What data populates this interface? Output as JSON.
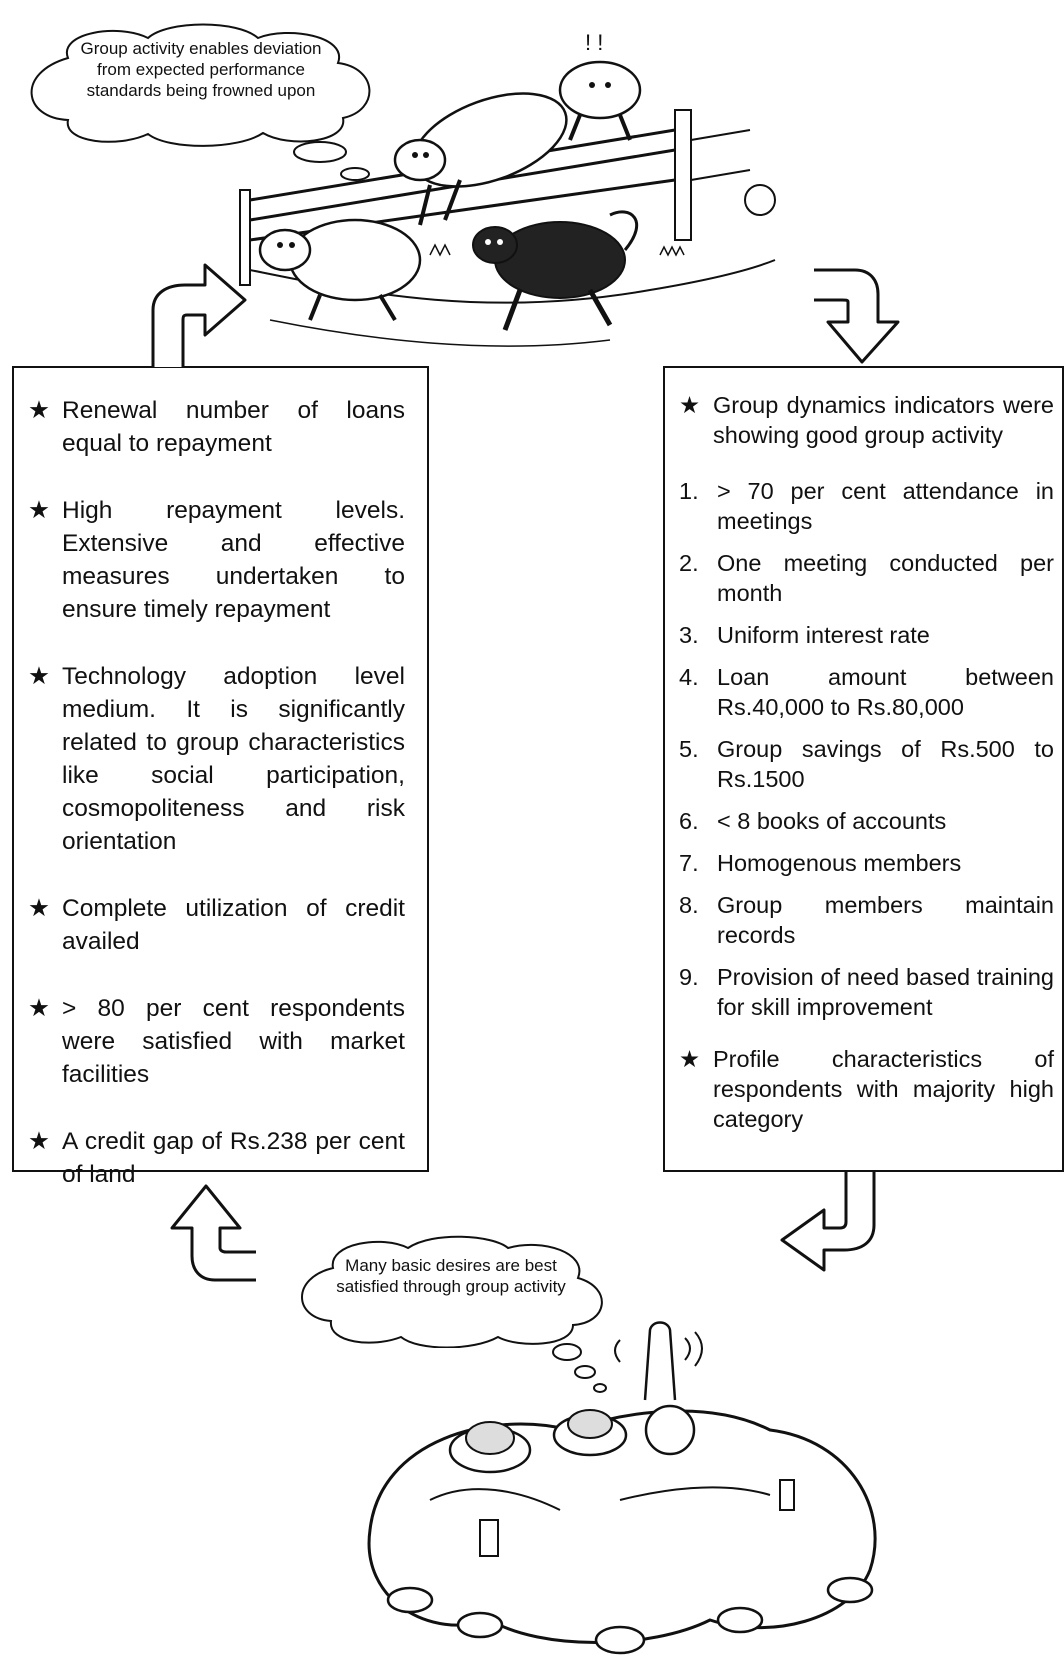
{
  "clouds": {
    "top": "Group activity enables deviation from expected performance standards being frowned upon",
    "bottom": "Many basic desires are best satisfied through group activity"
  },
  "left_box": {
    "items": [
      "Renewal number of loans equal to repayment",
      "High repayment levels. Extensive and effective measures undertaken to ensure timely repayment",
      "Technology adoption level medium. It is significantly related to group characteristics like social participation, cosmopoliteness and risk orientation",
      "Complete utilization of credit availed",
      "> 80 per cent respondents were satisfied with market facilities",
      "A credit gap of Rs.238 per cent of land"
    ]
  },
  "right_box": {
    "header": "Group dynamics indicators were showing good group activity",
    "list": [
      {
        "n": "1.",
        "text": "> 70 per cent attendance in meetings"
      },
      {
        "n": "2.",
        "text": "One meeting conducted per month"
      },
      {
        "n": "3.",
        "text": "Uniform interest rate"
      },
      {
        "n": "4.",
        "text": "Loan amount between Rs.40,000 to Rs.80,000"
      },
      {
        "n": "5.",
        "text": "Group savings of Rs.500 to Rs.1500"
      },
      {
        "n": "6.",
        "text": "< 8 books of accounts"
      },
      {
        "n": "7.",
        "text": "Homogenous members"
      },
      {
        "n": "8.",
        "text": "Group members maintain records"
      },
      {
        "n": "9.",
        "text": "Provision of need based training for skill improvement"
      }
    ],
    "footer": "Profile characteristics of respondents with majority high category"
  },
  "glyphs": {
    "star": "★"
  }
}
